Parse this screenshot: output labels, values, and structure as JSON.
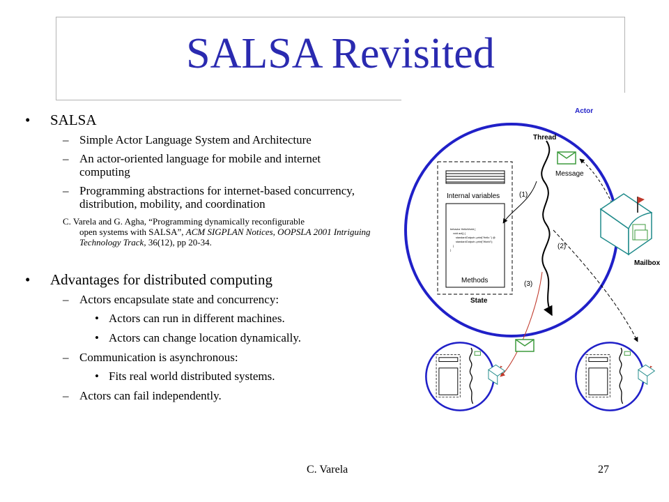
{
  "slide": {
    "title": "SALSA Revisited",
    "footer_author": "C. Varela",
    "page_number": "27",
    "accent_color": "#2a2ab0"
  },
  "bullets": {
    "salsa": "SALSA",
    "salsa_sub": [
      "Simple Actor Language System and Architecture",
      "An actor-oriented language for mobile and internet computing",
      "Programming abstractions for internet-based concurrency, distribution, mobility, and coordination"
    ],
    "citation": {
      "authors": "C. Varela and G. Agha, “Programming dynamically reconfigurable",
      "cont": "open systems with SALSA”, ",
      "venue": "ACM SIGPLAN Notices, OOPSLA 2001 Intriguing Technology Track,",
      "pages": " 36(12), pp 20-34."
    },
    "advantages": "Advantages for distributed computing",
    "adv_sub1": "Actors encapsulate state and concurrency:",
    "adv_sub1_items": [
      "Actors can run in different machines.",
      "Actors can change location dynamically."
    ],
    "adv_sub2": "Communication is asynchronous:",
    "adv_sub2_items": [
      "Fits real world distributed systems."
    ],
    "adv_sub3": "Actors can fail independently."
  },
  "diagram": {
    "actor": "Actor",
    "thread": "Thread",
    "message": "Message",
    "internal_variables": "Internal variables",
    "methods": "Methods",
    "state": "State",
    "mailbox": "Mailbox",
    "step1": "(1)",
    "step2": "(2)",
    "step3": "(3)",
    "code_lines": [
      "behavior HelloWorld {",
      "void act() {",
      "standardOutput<-print(\"Hello \") @",
      "standardOutput<-print(\"World\");",
      "}",
      "}"
    ],
    "actor_color": "#2020c8",
    "arrow_red": "#c0392b",
    "envelope_color": "#3c9a3c"
  }
}
